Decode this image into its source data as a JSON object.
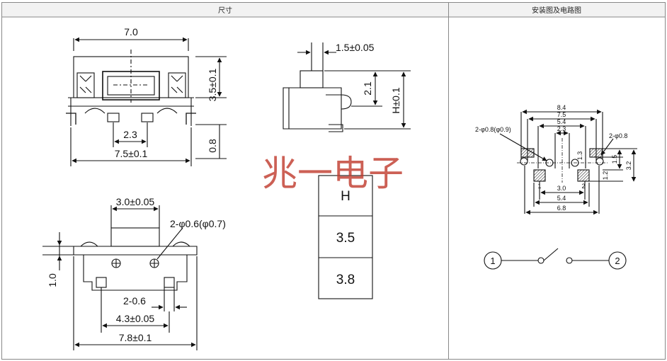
{
  "headers": {
    "left": "尺寸",
    "right": "安装图及电路图"
  },
  "top_view": {
    "width": "7.0",
    "height": "3.5±0.1",
    "pin_pitch": "2.3",
    "pin_span": "7.5±0.1",
    "lead": "0.8"
  },
  "side_view": {
    "plunger": "1.5±0.05",
    "stem": "2.1",
    "height": "H±0.1"
  },
  "bottom_view": {
    "top": "3.0±0.05",
    "holes": "2-φ0.6(φ0.7)",
    "pad": "2-0.6",
    "pitch": "4.3±0.05",
    "total": "7.8±0.1",
    "left": "1.0"
  },
  "watermark": "兆一电子",
  "height_table": {
    "header": "H",
    "rows": [
      "3.5",
      "3.8"
    ]
  },
  "footprint": {
    "d84": "8.4",
    "d75": "7.5",
    "d54": "5.4",
    "d23": "2.3",
    "hole_left": "2-φ0.8(φ0.9)",
    "hole_right": "2-φ0.8",
    "d13": "1.3",
    "d15": "1.5",
    "d32": "3.2",
    "d12": "1.2",
    "pin1": "1",
    "pin2": "2",
    "d30": "3.0",
    "d54b": "5.4",
    "d68": "6.8"
  },
  "circuit": {
    "node1": "1",
    "node2": "2"
  },
  "colors": {
    "line": "#111111",
    "border": "#888888",
    "header_bg": "#f2f2f2",
    "watermark": "#c0392b"
  }
}
